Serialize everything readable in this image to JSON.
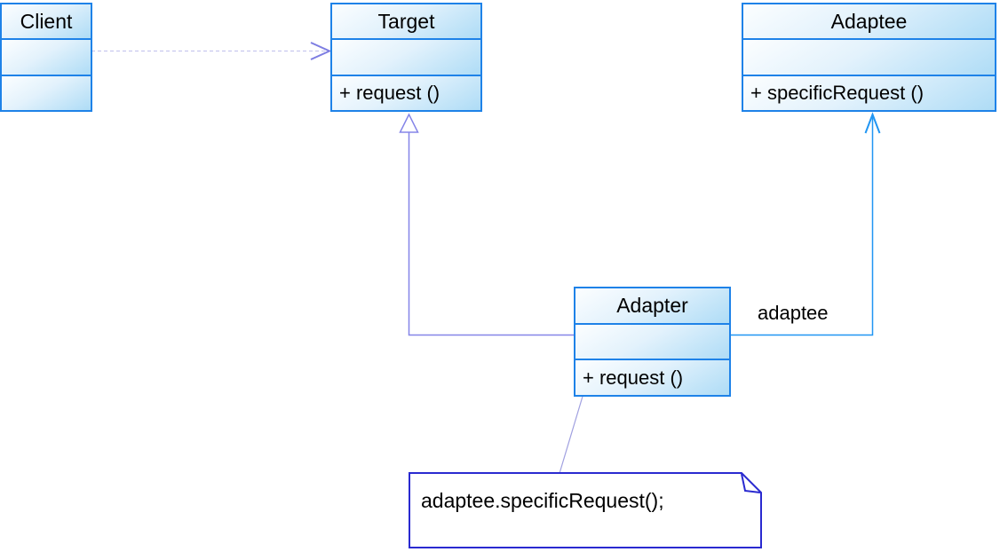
{
  "diagram_type": "UML class diagram",
  "classes": [
    {
      "name": "Client",
      "attributes": [],
      "methods": []
    },
    {
      "name": "Target",
      "attributes": [],
      "methods": [
        "+ request ()"
      ]
    },
    {
      "name": "Adaptee",
      "attributes": [],
      "methods": [
        "+ specificRequest ()"
      ]
    },
    {
      "name": "Adapter",
      "attributes": [],
      "methods": [
        "+ request ()"
      ]
    }
  ],
  "relationships": {
    "dependency": {
      "from": "Client",
      "to": "Target"
    },
    "generalization": {
      "from": "Adapter",
      "to": "Target"
    },
    "association": {
      "from": "Adapter",
      "to": "Adaptee",
      "label": "adaptee"
    },
    "note_anchor": {
      "from": "Adapter.request()",
      "to": "note"
    }
  },
  "note": {
    "text": "adaptee.specificRequest();"
  },
  "colors": {
    "class_border": "#1e82e8",
    "compartment_fill_top": "#fcfeff",
    "compartment_fill_bottom": "#aedcf6",
    "association": "#2196f3",
    "generalization": "#8585e8",
    "dependency_line": "#c8c8ee",
    "dependency_arrow": "#7d7de2",
    "note_border": "#2a2ad0",
    "note_leader": "#a0a0e0",
    "text": "#000000"
  }
}
